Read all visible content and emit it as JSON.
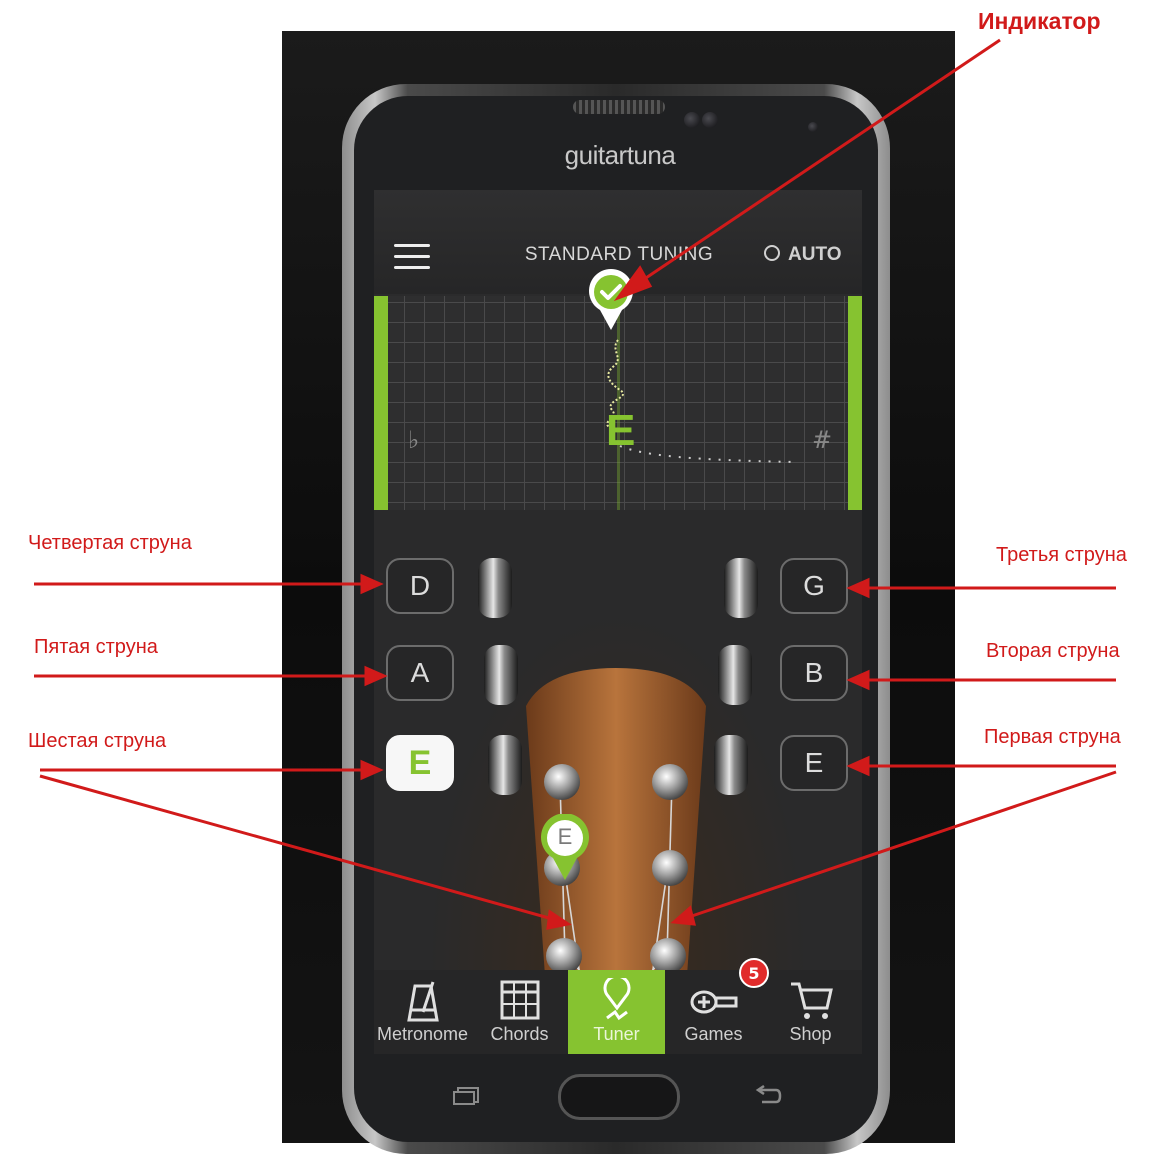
{
  "phone": {
    "brand": "guitartuna"
  },
  "app": {
    "tuning_title": "STANDARD TUNING",
    "auto_label": "AUTO",
    "meter": {
      "detected_note": "E",
      "flat_symbol": "♭",
      "sharp_symbol": "#",
      "in_tune_color": "#86c330"
    },
    "strings_left": [
      {
        "note": "D"
      },
      {
        "note": "A"
      },
      {
        "note": "E",
        "active": true
      }
    ],
    "strings_right": [
      {
        "note": "G"
      },
      {
        "note": "B"
      },
      {
        "note": "E"
      }
    ],
    "selected_string_marker": "E",
    "tabs": [
      {
        "label": "Metronome",
        "icon": "metronome-icon"
      },
      {
        "label": "Chords",
        "icon": "chord-grid-icon"
      },
      {
        "label": "Tuner",
        "icon": "tuner-pin-icon",
        "active": true
      },
      {
        "label": "Games",
        "icon": "ukulele-icon",
        "badge": "5"
      },
      {
        "label": "Shop",
        "icon": "cart-icon"
      }
    ]
  },
  "annotations": {
    "indicator": "Индикатор",
    "fourth_string": "Четвертая струна",
    "fifth_string": "Пятая струна",
    "sixth_string": "Шестая струна",
    "third_string": "Третья струна",
    "second_string": "Вторая струна",
    "first_string": "Первая струна",
    "color": "#d11a1a"
  }
}
